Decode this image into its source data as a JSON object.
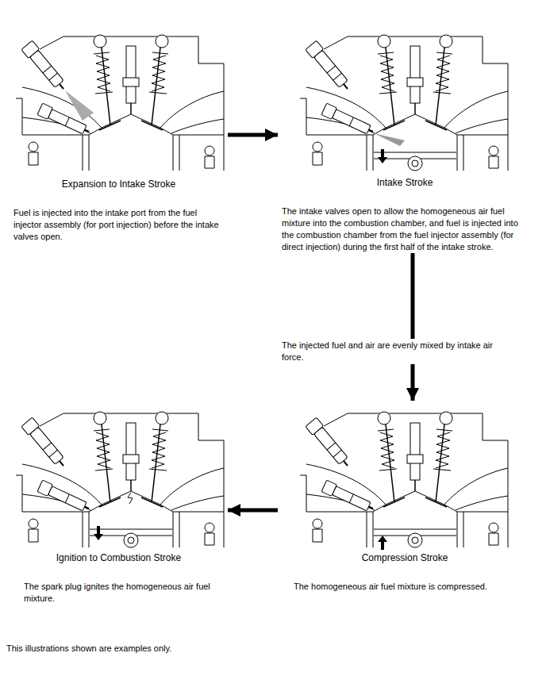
{
  "diagram": {
    "nodes": [
      {
        "text": [
          "Expansion to Intake Stroke",
          "Fuel is injected into the intake port from the fuel injector assembly (for port injection) before the intake valves open."
        ]
      },
      {
        "text": [
          "Intake Stroke",
          "The intake valves open to allow the homogeneous air fuel mixture into the combustion chamber, and fuel is injected into the combustion chamber from the fuel injector assembly (for direct injection) during the first half of the intake stroke."
        ]
      },
      {
        "text": [
          "Ignition to Combustion Stroke",
          "The spark plug ignites the homogeneous air fuel mixture."
        ]
      },
      {
        "text": [
          "Compression Stroke",
          "The homogeneous air fuel mixture is compressed."
        ]
      }
    ],
    "edges": [
      {
        "from": 0,
        "to": 1,
        "arrow": "to"
      },
      {
        "from": 1,
        "to": 3,
        "label": "The injected fuel and air are evenly mixed by intake air force.",
        "arrow": "to"
      },
      {
        "from": 3,
        "to": 2,
        "arrow": "to"
      }
    ],
    "labels": [
      "This illustrations shown are examples only."
    ]
  }
}
